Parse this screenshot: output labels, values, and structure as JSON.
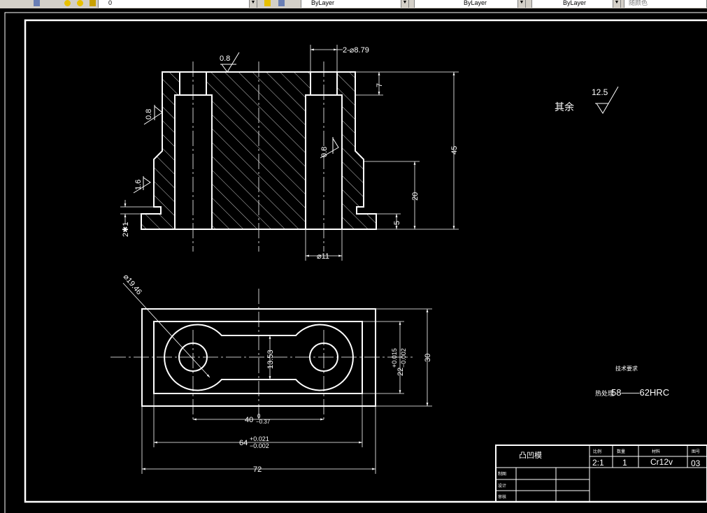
{
  "toolbar": {
    "layer_value": "0",
    "color_value": "ByLayer",
    "linetype_value": "ByLayer",
    "lineweight_value": "ByLayer",
    "plotstyle_value": "随颜色"
  },
  "drawing": {
    "roughness_0_8_top": "0.8",
    "roughness_0_8_left": "0.8",
    "roughness_0_8_inner": "0.8",
    "roughness_1_6": "1.6",
    "holes_dim": "2-⌀8.79",
    "dim_7": "7",
    "dim_45": "45",
    "dim_20": "20",
    "dim_5": "5",
    "dim_2x1": "2✱1",
    "dim_phi11": "⌀11",
    "dim_phi19_46": "⌀19.46",
    "dim_13_53": "13.53",
    "dim_22": "22",
    "dim_22_tol_upper": "+0.015",
    "dim_22_tol_lower": "−0.002",
    "dim_30": "30",
    "dim_40": "40",
    "dim_40_tol_upper": "0",
    "dim_40_tol_lower": "−0.37",
    "dim_64": "64",
    "dim_64_tol_upper": "+0.021",
    "dim_64_tol_lower": "−0.002",
    "dim_72": "72",
    "other_label": "其余",
    "other_roughness": "12.5",
    "tech_req_title": "技术要求",
    "hardness_prefix": "热处理",
    "hardness_value": "58——62HRC"
  },
  "title_block": {
    "part_name": "凸凹模",
    "col_scale": "比例",
    "col_qty": "数量",
    "col_material": "材料",
    "col_drawing_no": "图号",
    "scale_value": "2:1",
    "qty_value": "1",
    "material_value": "Cr12v",
    "drawing_no_value": "03",
    "row_drawn": "制图",
    "row_designed": "设计",
    "row_checked": "审核"
  }
}
